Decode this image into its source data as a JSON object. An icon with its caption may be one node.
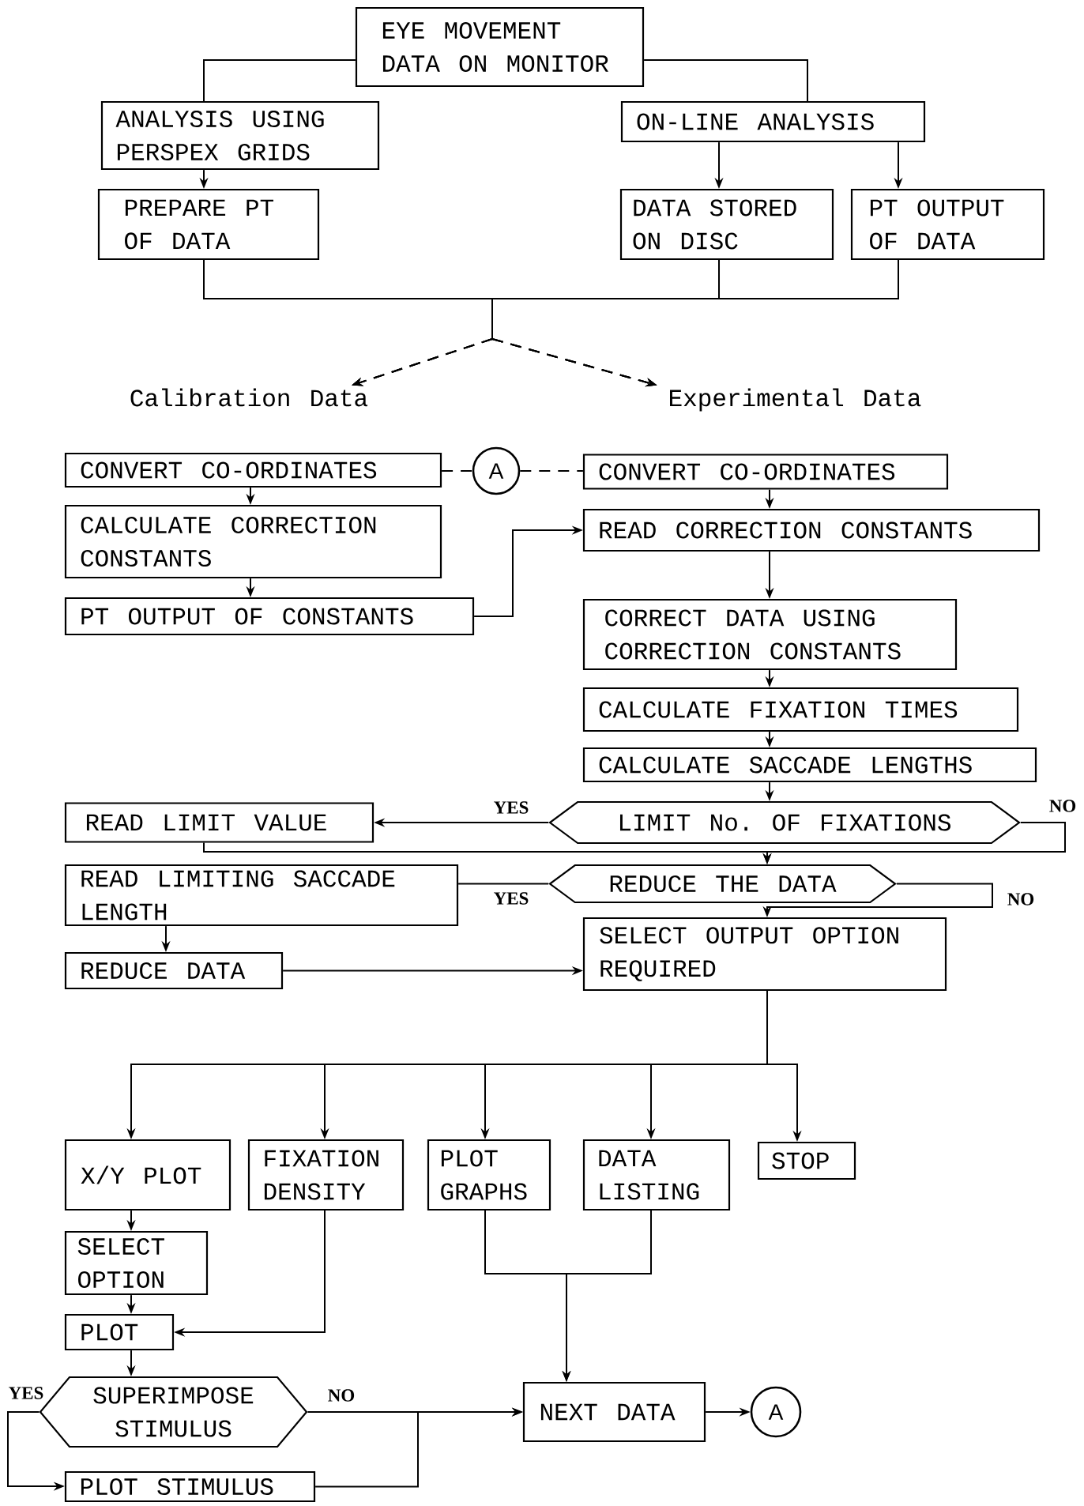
{
  "diagram": {
    "nodes": [
      {
        "text": [
          "EYE MOVEMENT DATA ON MONITOR"
        ]
      },
      {
        "text": [
          "ANALYSIS USING PERSPEX GRIDS"
        ]
      },
      {
        "text": [
          "ON-LINE ANALYSIS"
        ]
      },
      {
        "text": [
          "PREPARE PT OF DATA"
        ]
      },
      {
        "text": [
          "DATA STORED ON DISC"
        ]
      },
      {
        "text": [
          "PT OUTPUT OF DATA"
        ]
      },
      {
        "text": [
          "Calibration Data"
        ]
      },
      {
        "text": [
          "Experimental Data"
        ]
      },
      {
        "text": [
          "CONVERT CO-ORDINATES"
        ]
      },
      {
        "text": [
          "A"
        ]
      },
      {
        "text": [
          "CONVERT CO-ORDINATES"
        ]
      },
      {
        "text": [
          "CALCULATE CORRECTION CONSTANTS"
        ]
      },
      {
        "text": [
          "READ CORRECTION CONSTANTS"
        ]
      },
      {
        "text": [
          "PT OUTPUT OF CONSTANTS"
        ]
      },
      {
        "text": [
          "CORRECT DATA USING CORRECTION CONSTANTS"
        ]
      },
      {
        "text": [
          "CALCULATE FIXATION TIMES"
        ]
      },
      {
        "text": [
          "CALCULATE SACCADE LENGTHS"
        ]
      },
      {
        "text": [
          "LIMIT No. OF FIXATIONS"
        ]
      },
      {
        "text": [
          "READ LIMIT VALUE"
        ]
      },
      {
        "text": [
          "REDUCE THE DATA"
        ]
      },
      {
        "text": [
          "READ LIMITING SACCADE LENGTH"
        ]
      },
      {
        "text": [
          "REDUCE DATA"
        ]
      },
      {
        "text": [
          "SELECT OUTPUT OPTION REQUIRED"
        ]
      },
      {
        "text": [
          "X/Y PLOT"
        ]
      },
      {
        "text": [
          "FIXATION DENSITY"
        ]
      },
      {
        "text": [
          "PLOT GRAPHS"
        ]
      },
      {
        "text": [
          "DATA LISTING"
        ]
      },
      {
        "text": [
          "STOP"
        ]
      },
      {
        "text": [
          "SELECT OPTION"
        ]
      },
      {
        "text": [
          "PLOT"
        ]
      },
      {
        "text": [
          "SUPERIMPOSE STIMULUS"
        ]
      },
      {
        "text": [
          "PLOT STIMULUS"
        ]
      },
      {
        "text": [
          "NEXT DATA"
        ]
      },
      {
        "text": [
          "A"
        ]
      }
    ],
    "edges": [
      {
        "from": 0,
        "to": 1,
        "arrow": "none"
      },
      {
        "from": 0,
        "to": 2,
        "arrow": "none"
      },
      {
        "from": 1,
        "to": 3,
        "arrow": "to"
      },
      {
        "from": 2,
        "to": 4,
        "arrow": "to"
      },
      {
        "from": 2,
        "to": 5,
        "arrow": "to"
      },
      {
        "from": 3,
        "to": 6,
        "arrow": "to"
      },
      {
        "from": 3,
        "to": 7,
        "arrow": "to"
      },
      {
        "from": 4,
        "to": 6,
        "arrow": "to"
      },
      {
        "from": 4,
        "to": 7,
        "arrow": "to"
      },
      {
        "from": 5,
        "to": 6,
        "arrow": "to"
      },
      {
        "from": 5,
        "to": 7,
        "arrow": "to"
      },
      {
        "from": 8,
        "to": 9,
        "arrow": "none",
        "style": "dashed"
      },
      {
        "from": 9,
        "to": 10,
        "arrow": "none",
        "style": "dashed"
      },
      {
        "from": 8,
        "to": 11,
        "arrow": "to"
      },
      {
        "from": 11,
        "to": 13,
        "arrow": "to"
      },
      {
        "from": 13,
        "to": 12,
        "arrow": "to"
      },
      {
        "from": 10,
        "to": 12,
        "arrow": "to"
      },
      {
        "from": 12,
        "to": 14,
        "arrow": "to"
      },
      {
        "from": 14,
        "to": 15,
        "arrow": "to"
      },
      {
        "from": 15,
        "to": 16,
        "arrow": "to"
      },
      {
        "from": 16,
        "to": 17,
        "arrow": "to"
      },
      {
        "from": 17,
        "to": 18,
        "arrow": "to",
        "label": "YES"
      },
      {
        "from": 17,
        "to": 19,
        "arrow": "to",
        "label": "NO"
      },
      {
        "from": 18,
        "to": 19,
        "arrow": "to"
      },
      {
        "from": 19,
        "to": 20,
        "arrow": "none",
        "label": "YES"
      },
      {
        "from": 19,
        "to": 22,
        "arrow": "to",
        "label": "NO"
      },
      {
        "from": 20,
        "to": 21,
        "arrow": "to"
      },
      {
        "from": 21,
        "to": 22,
        "arrow": "to"
      },
      {
        "from": 22,
        "to": 23,
        "arrow": "to"
      },
      {
        "from": 22,
        "to": 24,
        "arrow": "to"
      },
      {
        "from": 22,
        "to": 25,
        "arrow": "to"
      },
      {
        "from": 22,
        "to": 26,
        "arrow": "to"
      },
      {
        "from": 22,
        "to": 27,
        "arrow": "to"
      },
      {
        "from": 23,
        "to": 28,
        "arrow": "to"
      },
      {
        "from": 28,
        "to": 29,
        "arrow": "to"
      },
      {
        "from": 24,
        "to": 29,
        "arrow": "to"
      },
      {
        "from": 29,
        "to": 30,
        "arrow": "to"
      },
      {
        "from": 30,
        "to": 31,
        "arrow": "to",
        "label": "YES"
      },
      {
        "from": 30,
        "to": 32,
        "arrow": "to",
        "label": "NO"
      },
      {
        "from": 31,
        "to": 32,
        "arrow": "to"
      },
      {
        "from": 25,
        "to": 32,
        "arrow": "to"
      },
      {
        "from": 26,
        "to": 32,
        "arrow": "to"
      },
      {
        "from": 32,
        "to": 33,
        "arrow": "to"
      }
    ]
  }
}
